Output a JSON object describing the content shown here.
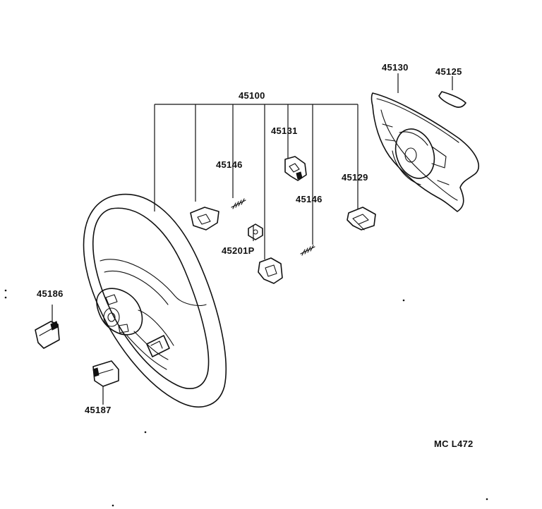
{
  "diagram": {
    "ref_code": "MC L472",
    "labels": {
      "assembly": "45100",
      "pad": "45130",
      "emblem": "45125",
      "bracket_upper": "45131",
      "spring_left": "45146",
      "spring_right": "45146",
      "bracket_right": "45129",
      "nut": "45201P",
      "cover_left": "45186",
      "cover_lower": "45187"
    }
  }
}
